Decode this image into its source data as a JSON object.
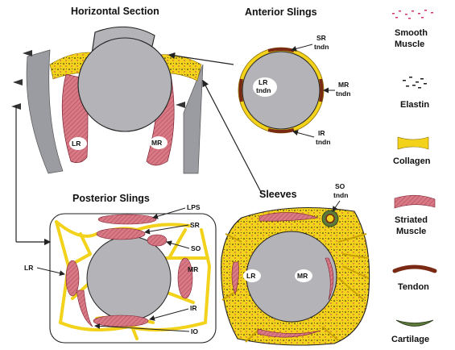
{
  "panels": {
    "horizontal": {
      "title": "Horizontal Section",
      "labels": {
        "lr": "LR",
        "mr": "MR"
      }
    },
    "anterior": {
      "title": "Anterior Slings",
      "labels": {
        "sr_1": "SR",
        "sr_2": "tndn",
        "lr_1": "LR",
        "lr_2": "tndn",
        "mr_1": "MR",
        "mr_2": "tndn",
        "ir_1": "IR",
        "ir_2": "tndn"
      }
    },
    "posterior": {
      "title": "Posterior Slings",
      "labels": {
        "lps": "LPS",
        "sr": "SR",
        "so": "SO",
        "lr": "LR",
        "mr": "MR",
        "ir": "IR",
        "io": "IO"
      }
    },
    "sleeves": {
      "title": "Sleeves",
      "labels": {
        "so_1": "SO",
        "so_2": "tndn",
        "lr": "LR",
        "mr": "MR"
      }
    }
  },
  "legend": [
    {
      "id": "smooth-muscle",
      "line1": "Smooth",
      "line2": "Muscle",
      "color": "#d4306a"
    },
    {
      "id": "elastin",
      "line1": "Elastin",
      "line2": "",
      "color": "#1a1a1a"
    },
    {
      "id": "collagen",
      "line1": "Collagen",
      "line2": "",
      "color": "#f2d21a"
    },
    {
      "id": "striated-muscle",
      "line1": "Striated",
      "line2": "Muscle",
      "color": "#d77a86"
    },
    {
      "id": "tendon",
      "line1": "Tendon",
      "line2": "",
      "color": "#7a2a14"
    },
    {
      "id": "cartilage",
      "line1": "Cartilage",
      "line2": "",
      "color": "#5e7a3a"
    }
  ],
  "colors": {
    "globe": "#b4b4b8",
    "collagen": "#f2d21a",
    "striated": "#d77a86",
    "tendon": "#7a2a14",
    "cartilage": "#5e7a3a",
    "orbit_wall": "#9a9ca2"
  }
}
